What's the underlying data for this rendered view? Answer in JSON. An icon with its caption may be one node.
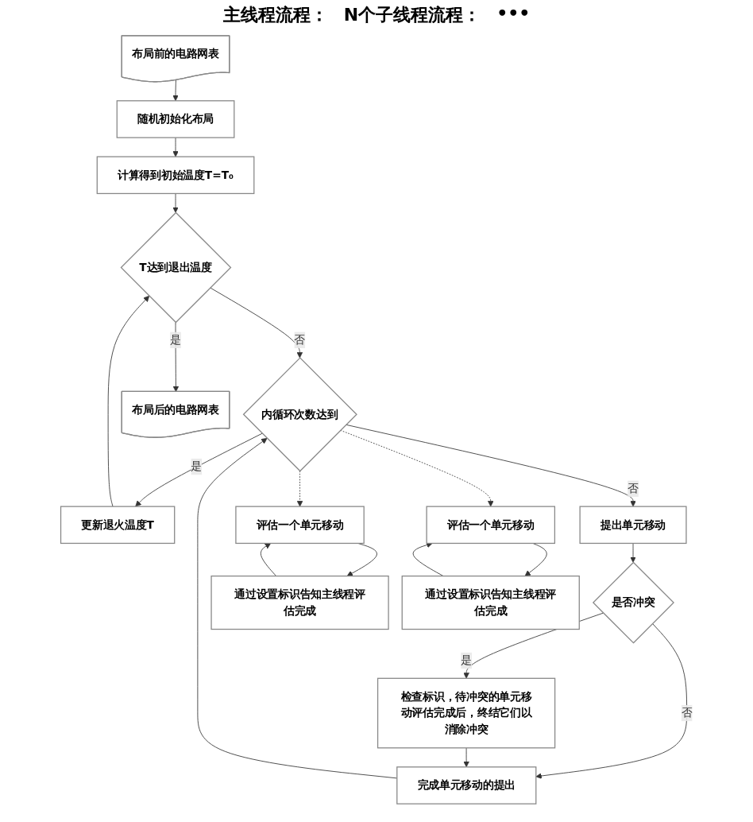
{
  "diagram": {
    "nodes": [
      {
        "text": [
          "布局前的电路网表"
        ]
      },
      {
        "text": [
          "随机初始化布局"
        ]
      },
      {
        "text": [
          "计算得到初始温度T=T₀"
        ]
      },
      {
        "text": [
          "T达到退出温度"
        ]
      },
      {
        "text": [
          "内循环次数达到"
        ]
      },
      {
        "text": [
          "更新退火温度T"
        ]
      },
      {
        "text": [
          "提出单元移动"
        ]
      },
      {
        "text": [
          "是否冲突"
        ]
      },
      {
        "text": [
          "检查标识，待冲突的单元移动评估完成后，终结它们以消除冲突"
        ]
      },
      {
        "text": [
          "完成单元移动的提出"
        ]
      },
      {
        "text": [
          "评估一个单元移动"
        ]
      },
      {
        "text": [
          "通过设置标识告知主线程评估完成"
        ]
      },
      {
        "text": [
          "评估一个单元移动"
        ]
      },
      {
        "text": [
          "通过设置标识告知主线程评估完成"
        ]
      },
      {
        "text": [
          "布局后的电路网表"
        ]
      }
    ],
    "edges": [
      {
        "from": 0,
        "to": 1,
        "arrow": "to"
      },
      {
        "from": 1,
        "to": 2,
        "arrow": "to"
      },
      {
        "from": 2,
        "to": 3,
        "arrow": "to"
      },
      {
        "from": 3,
        "to": 14,
        "arrow": "to",
        "label": "是"
      },
      {
        "from": 3,
        "to": 4,
        "arrow": "to",
        "label": "否"
      },
      {
        "from": 4,
        "to": 5,
        "arrow": "to",
        "label": "是"
      },
      {
        "from": 5,
        "to": 3,
        "arrow": "to"
      },
      {
        "from": 4,
        "to": 6,
        "arrow": "to",
        "label": "否"
      },
      {
        "from": 4,
        "to": 10,
        "arrow": "to",
        "style": "dashed"
      },
      {
        "from": 4,
        "to": 12,
        "arrow": "to",
        "style": "dashed"
      },
      {
        "from": 6,
        "to": 7,
        "arrow": "to"
      },
      {
        "from": 7,
        "to": 8,
        "arrow": "to",
        "label": "是"
      },
      {
        "from": 7,
        "to": 9,
        "arrow": "to",
        "label": "否"
      },
      {
        "from": 8,
        "to": 9,
        "arrow": "to"
      },
      {
        "from": 9,
        "to": 4,
        "arrow": "to"
      },
      {
        "from": 10,
        "to": 11,
        "arrow": "to"
      },
      {
        "from": 11,
        "to": 10,
        "arrow": "to"
      },
      {
        "from": 12,
        "to": 13,
        "arrow": "to"
      },
      {
        "from": 13,
        "to": 12,
        "arrow": "to"
      }
    ],
    "labels": [
      "主线程流程：",
      "N个子线程流程：",
      "•••"
    ]
  }
}
